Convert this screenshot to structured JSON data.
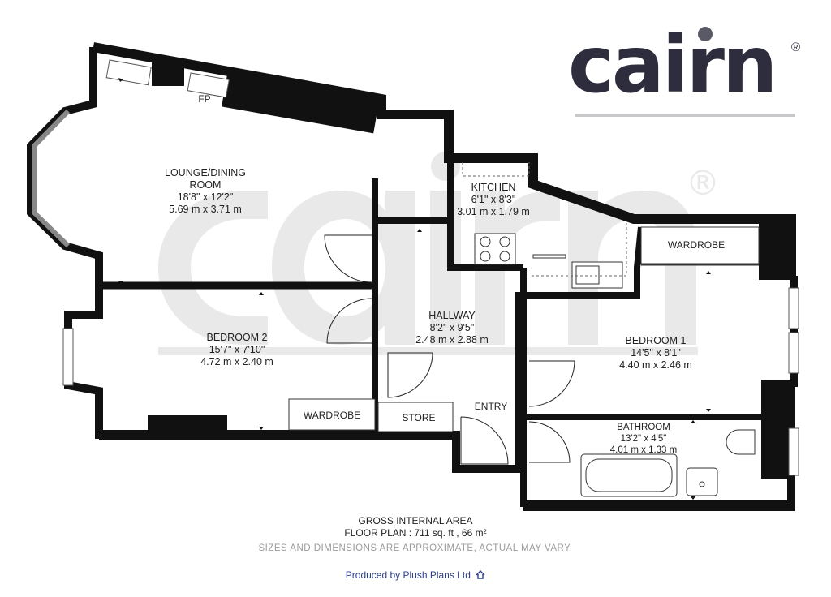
{
  "brand": {
    "name": "cairn",
    "mark": "®",
    "color": "#2e2d3d",
    "watermark_color": "#e6e6e6"
  },
  "rooms": {
    "lounge": {
      "name_line1": "LOUNGE/DINING",
      "name_line2": "ROOM",
      "imperial": "18'8\" x 12'2\"",
      "metric": "5.69 m x 3.71 m"
    },
    "kitchen": {
      "name": "KITCHEN",
      "imperial": "6'1\" x 8'3\"",
      "metric": "3.01 m x 1.79 m"
    },
    "bedroom2": {
      "name": "BEDROOM 2",
      "imperial": "15'7\" x 7'10\"",
      "metric": "4.72 m x 2.40 m"
    },
    "hallway": {
      "name": "HALLWAY",
      "imperial": "8'2\" x 9'5\"",
      "metric": "2.48 m x 2.88 m"
    },
    "bedroom1": {
      "name": "BEDROOM 1",
      "imperial": "14'5\" x 8'1\"",
      "metric": "4.40 m x 2.46 m"
    },
    "bathroom": {
      "name": "BATHROOM",
      "imperial": "13'2\" x 4'5\"",
      "metric": "4.01 m x 1.33 m"
    }
  },
  "labels": {
    "fireplace": "FP",
    "wardrobe_top": "WARDROBE",
    "wardrobe_bottom": "WARDROBE",
    "store": "STORE",
    "entry": "ENTRY"
  },
  "footer": {
    "area_title": "GROSS INTERNAL AREA",
    "area_value": "FLOOR PLAN : 711 sq. ft , 66 m²",
    "disclaimer": "SIZES AND DIMENSIONS ARE APPROXIMATE, ACTUAL MAY VARY.",
    "credit": "Produced by Plush Plans Ltd",
    "credit_color": "#2b3d8c"
  }
}
